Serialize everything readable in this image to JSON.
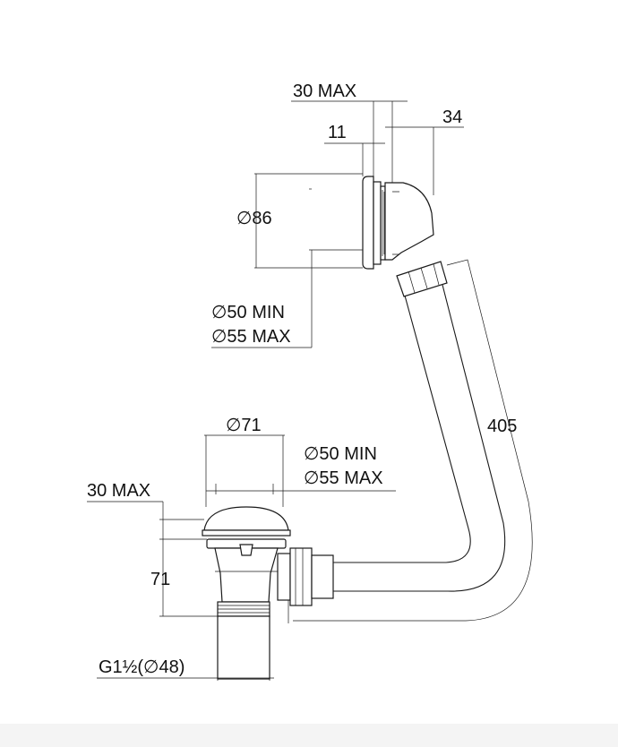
{
  "labels": {
    "top_30_max": "30 MAX",
    "top_34": "34",
    "top_11": "11",
    "diam_86": "∅86",
    "overflow_min": "∅50 MIN",
    "overflow_max": "∅55 MAX",
    "length_405": "405",
    "diam_71": "∅71",
    "waste_min": "∅50 MIN",
    "waste_max": "∅55 MAX",
    "side_30_max": "30 MAX",
    "height_71": "71",
    "thread": "G1½(∅48)"
  }
}
